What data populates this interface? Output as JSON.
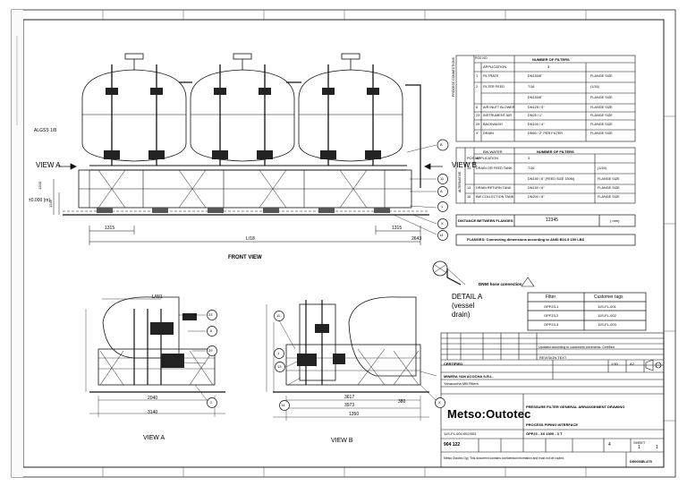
{
  "drawing": {
    "views": {
      "front": "FRONT VIEW",
      "a": "VIEW A",
      "b": "VIEW B",
      "view_a_arrow": "VIEW A",
      "view_b_arrow": "VIEW B",
      "detail_title": "DETAIL A",
      "detail_sub1": "(vessel",
      "detail_sub2": "drain)",
      "hose_note": "DN50 hose connection"
    },
    "dimensions": {
      "overall_length": "L/18",
      "left_pitch": "1315",
      "right_pitch": "1315",
      "right_end": "2643",
      "height_h1": "1200",
      "height_h2": "1245",
      "va_width": "3140",
      "va_base": "2040",
      "va_top": "L/W1",
      "vb_w1": "3973",
      "vb_w2": "3617",
      "vb_w3": "380",
      "vb_w4": "1350",
      "elev_label": "±0.000 (m)",
      "level_label": "ALGSS 1/8"
    },
    "callouts": [
      "23",
      "6",
      "29",
      "2",
      "11",
      "1",
      "13",
      "X",
      "14",
      "B",
      "A"
    ]
  },
  "nozzle_table_1": {
    "header_main": "NUMBER OF FILTERS",
    "header_value": "3",
    "side_label": "PROCESS CONNECTIONS",
    "col_pos": "POS NO",
    "col_app": "APPLICATION",
    "rows": [
      {
        "pos": "1",
        "app": "FILTRATE",
        "value": "DN150/6\"",
        "note": "FLANGE SIZE"
      },
      {
        "pos": "2",
        "app": "FILTER FEED",
        "value": "7/16",
        "note": "(1/16)"
      },
      {
        "pos": "",
        "app": "",
        "value": "DN150/6\"",
        "note": "FLANGE SIZE"
      },
      {
        "pos": "6",
        "app": "AIR INLET BLOWER",
        "value": "DN125 / 5\"",
        "note": "FLANGE SIZE"
      },
      {
        "pos": "23",
        "app": "INSTRUMENT AIR",
        "value": "DN25 / 1\"",
        "note": "FLANGE SIZE"
      },
      {
        "pos": "29",
        "app": "BACKWASH",
        "value": "DN100 / 4\"",
        "note": "FLANGE SIZE"
      },
      {
        "pos": "X",
        "app": "DRAIN",
        "value": "DN50 / 2\" PER FILTER",
        "note": "FLANGE SIZE"
      }
    ]
  },
  "nozzle_table_2": {
    "header_main": "BW WATER",
    "header_value": "NUMBER OF FILTERS",
    "side_label": "ALTERNATIVE",
    "rows": [
      {
        "pos": "POS NO",
        "app": "APPLICATION",
        "value": "3",
        "note": ""
      },
      {
        "pos": "14",
        "app": "DRAIN OR FEED TANK",
        "value": "7/16",
        "note": "(1/16)"
      },
      {
        "pos": "",
        "app": "",
        "value": "DN150 / 6\" (FEED SIZE 150M)",
        "note": "FLANGE SIZE"
      },
      {
        "pos": "13",
        "app": "DRAIN RETURN TANK",
        "value": "DN150 / 6\"",
        "note": "FLANGE SIZE"
      },
      {
        "pos": "16",
        "app": "BW COLLECTION TANK",
        "value": "DN200 / 8\"",
        "note": "FLANGE SIZE"
      }
    ]
  },
  "distance_box": {
    "label": "DISTANCE BETWEEN FLANGES",
    "value": "12345",
    "unit": "( mm)"
  },
  "flange_note": "FLANGES: Connecting dimensions according to ANSI B16.5 150 LBS",
  "tag_table": {
    "headers": [
      "Filter",
      "Customer tags"
    ],
    "rows": [
      [
        "OPF23-1",
        "11S-FL-001"
      ],
      [
        "OPF23-2",
        "11S-FL-002"
      ],
      [
        "OPF23-3",
        "11S-FL-003"
      ]
    ]
  },
  "title_block": {
    "revision_header": "REVISION TEXT",
    "revision_text": "Updated according to customers comments. Certified",
    "status": "CERTIFIED",
    "customer": "MINERA YAN ACOCHA S.R.L.",
    "project": "Yanacocha Mill Filters",
    "scale": "1:50",
    "size": "A2",
    "company": "Metso:Outotec",
    "title1": "PRESSURE FILTER GENERAL ARRANGEMENT DRAWING",
    "title2": "PROCESS PIPING INTERFACE",
    "model": "OPF23 - 3X 1300 - 3 T",
    "doc_no": "11S-FL-001/002/003",
    "sheet_label": "SHEET",
    "sheet": "1",
    "of": "1",
    "drawing_no": "904 122",
    "rev": "4",
    "footer_code": "D00003B.475",
    "disclaimer": "Metso Outotec Oyj. This document contains confidential information and must not be copied."
  }
}
